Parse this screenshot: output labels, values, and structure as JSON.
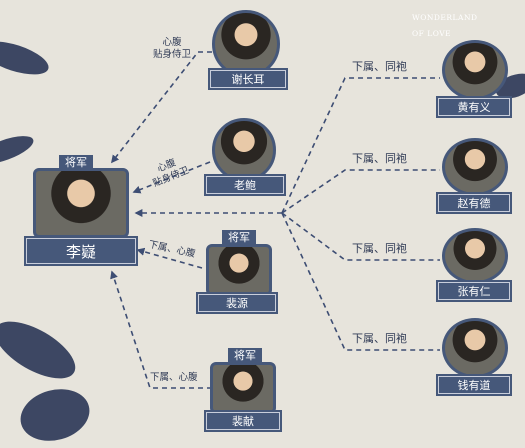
{
  "brand": {
    "line1": "WONDERLAND",
    "line2": "OF LOVE"
  },
  "characters": [
    {
      "id": "li",
      "name": "李嶷",
      "title": "将军"
    },
    {
      "id": "xie",
      "name": "谢长耳"
    },
    {
      "id": "laobao",
      "name": "老鲍"
    },
    {
      "id": "pei_yuan",
      "name": "裴源",
      "title": "将军"
    },
    {
      "id": "pei_xian",
      "name": "裴献",
      "title": "将军"
    },
    {
      "id": "huang",
      "name": "黄有义"
    },
    {
      "id": "zhao",
      "name": "赵有德"
    },
    {
      "id": "zhang",
      "name": "张有仁"
    },
    {
      "id": "qian",
      "name": "钱有道"
    }
  ],
  "relations": {
    "xie": [
      "心腹",
      "贴身侍卫"
    ],
    "laobao": [
      "心腹",
      "贴身侍卫"
    ],
    "pei_yuan": "下属、心腹",
    "pei_xian": "下属、心腹",
    "huang": "下属、同袍",
    "zhao": "下属、同袍",
    "zhang": "下属、同袍",
    "qian": "下属、同袍"
  },
  "colors": {
    "navy": "#46587a",
    "line": "#3d4d73",
    "background": "#e7e4dc"
  }
}
